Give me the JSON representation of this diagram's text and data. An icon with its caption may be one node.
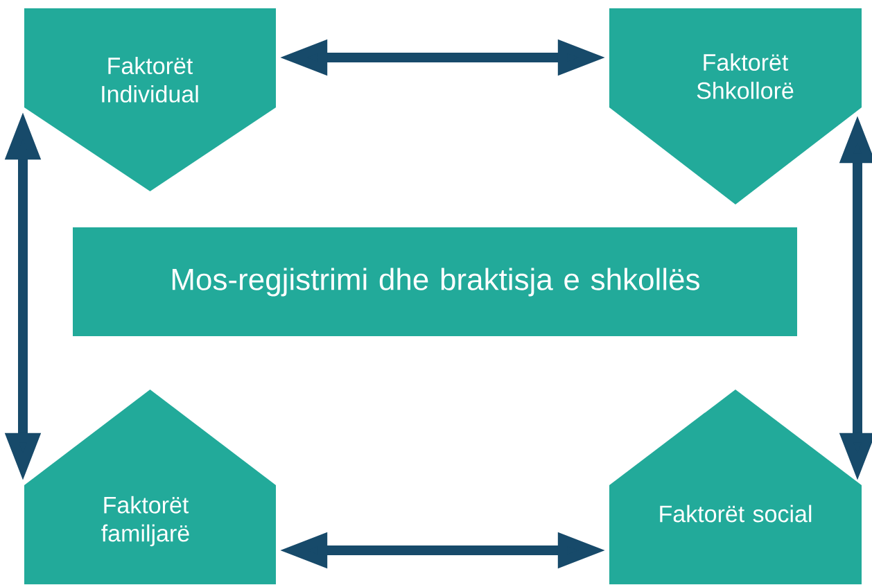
{
  "diagram": {
    "nodes": [
      {
        "text": [
          "Faktorët Individual"
        ]
      },
      {
        "text": [
          "Faktorët Shkollorë"
        ]
      },
      {
        "text": [
          "Mos-regjistrimi dhe braktisja e shkollës"
        ]
      },
      {
        "text": [
          "Faktorët familjarë"
        ]
      },
      {
        "text": [
          "Faktorët social"
        ]
      }
    ],
    "edges": [
      {
        "from": 0,
        "to": 1,
        "arrow": "both"
      },
      {
        "from": 0,
        "to": 3,
        "arrow": "both"
      },
      {
        "from": 1,
        "to": 4,
        "arrow": "both"
      },
      {
        "from": 3,
        "to": 4,
        "arrow": "both"
      }
    ]
  }
}
